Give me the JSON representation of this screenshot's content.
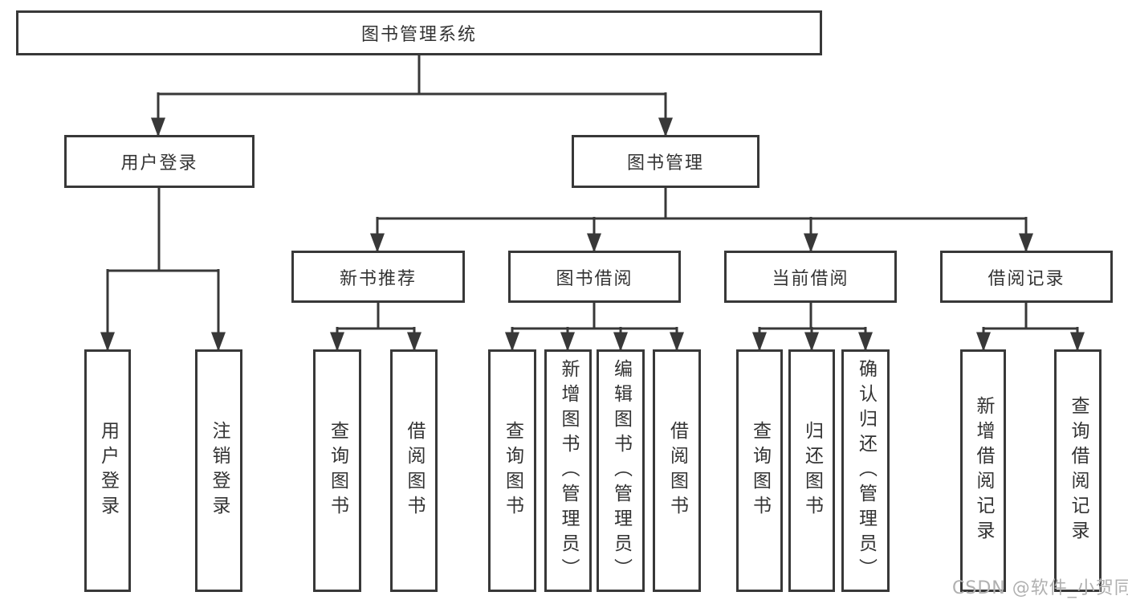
{
  "diagram_title": "图书管理系统",
  "colors": {
    "line": "#383838",
    "text": "#333333",
    "background": "#ffffff",
    "watermark": "#b0b0b0"
  },
  "watermark": {
    "text": "CSDN @软件_小贺同学"
  },
  "tree": {
    "root": {
      "label": "图书管理系统",
      "children": [
        {
          "label": "用户登录",
          "children": [
            {
              "label": "用户登录"
            },
            {
              "label": "注销登录"
            }
          ]
        },
        {
          "label": "图书管理",
          "children": [
            {
              "label": "新书推荐",
              "children": [
                {
                  "label": "查询图书"
                },
                {
                  "label": "借阅图书"
                }
              ]
            },
            {
              "label": "图书借阅",
              "children": [
                {
                  "label": "查询图书"
                },
                {
                  "label": "新增图书（管理员）"
                },
                {
                  "label": "编辑图书（管理员）"
                },
                {
                  "label": "借阅图书"
                }
              ]
            },
            {
              "label": "当前借阅",
              "children": [
                {
                  "label": "查询图书"
                },
                {
                  "label": "归还图书"
                },
                {
                  "label": "确认归还（管理员）"
                }
              ]
            },
            {
              "label": "借阅记录",
              "children": [
                {
                  "label": "新增借阅记录"
                },
                {
                  "label": "查询借阅记录"
                }
              ]
            }
          ]
        }
      ]
    }
  }
}
